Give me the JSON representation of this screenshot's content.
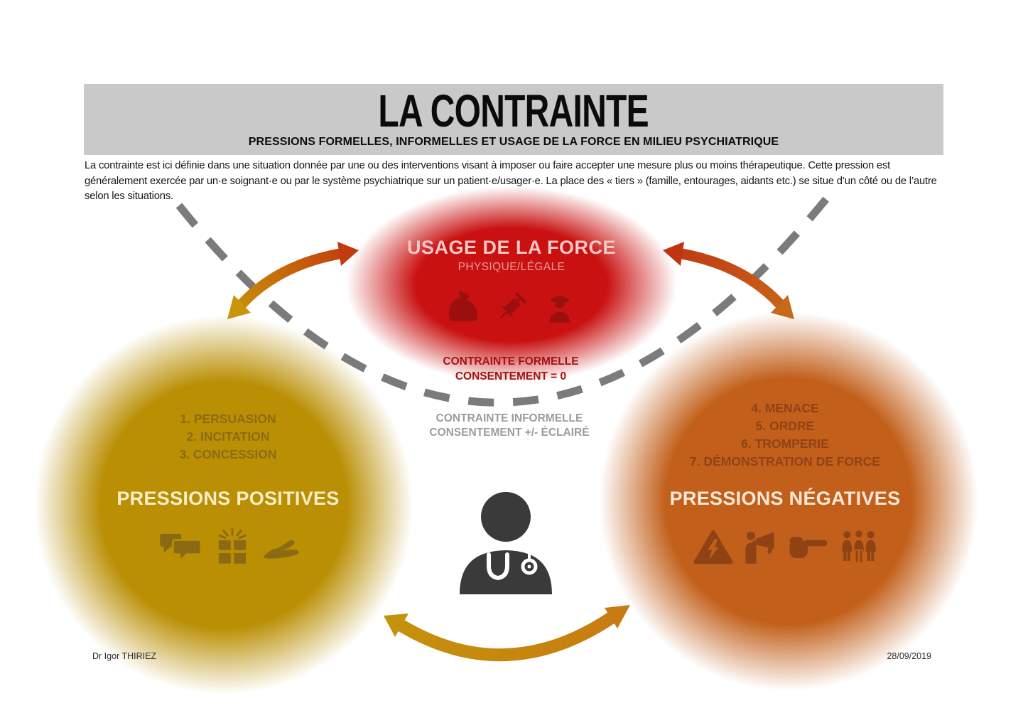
{
  "header": {
    "title": "LA CONTRAINTE",
    "subtitle": "PRESSIONS FORMELLES, INFORMELLES ET USAGE DE LA FORCE EN MILIEU PSYCHIATRIQUE",
    "description": "La contrainte est ici définie dans une situation donnée par une ou des interventions visant à imposer ou faire accepter une mesure plus ou moins thérapeutique. Cette pression est généralement exercée par un·e soignant·e ou par le système psychiatrique sur un patient·e/usager·e. La place des « tiers » (famille, entourages, aidants etc.) se situe d’un côté ou de l’autre selon les situations."
  },
  "force_zone": {
    "title": "USAGE DE LA FORCE",
    "subtitle": "PHYSIQUE/LÉGALE",
    "icons": [
      "muscle-icon",
      "syringe-icon",
      "police-icon"
    ],
    "color": "#c91111"
  },
  "formal": {
    "line1": "CONTRAINTE FORMELLE",
    "line2": "CONSENTEMENT = 0",
    "color": "#a21313"
  },
  "informal": {
    "line1": "CONTRAINTE INFORMELLE",
    "line2": "CONSENTEMENT +/- ÉCLAIRÉ",
    "color": "#9c9c9c"
  },
  "positive_zone": {
    "items": [
      "1. PERSUASION",
      "2. INCITATION",
      "3. CONCESSION"
    ],
    "title": "PRESSIONS POSITIVES",
    "icons": [
      "chat-icon",
      "gift-icon",
      "giving-hand-icon"
    ],
    "color": "#ba8f04"
  },
  "negative_zone": {
    "items": [
      "4. MENACE",
      "5. ORDRE",
      "6. TROMPERIE",
      "7. DÉMONSTRATION DE FORCE"
    ],
    "title": "PRESSIONS NÉGATIVES",
    "icons": [
      "warning-icon",
      "megaphone-icon",
      "pointing-hand-icon",
      "group-icon"
    ],
    "color": "#c2601b"
  },
  "center": {
    "icon": "doctor-icon"
  },
  "boundary": {
    "style": "dashed-curve",
    "color": "#7b7b7b"
  },
  "footer": {
    "author": "Dr Igor THIRIEZ",
    "date": "28/09/2019"
  }
}
